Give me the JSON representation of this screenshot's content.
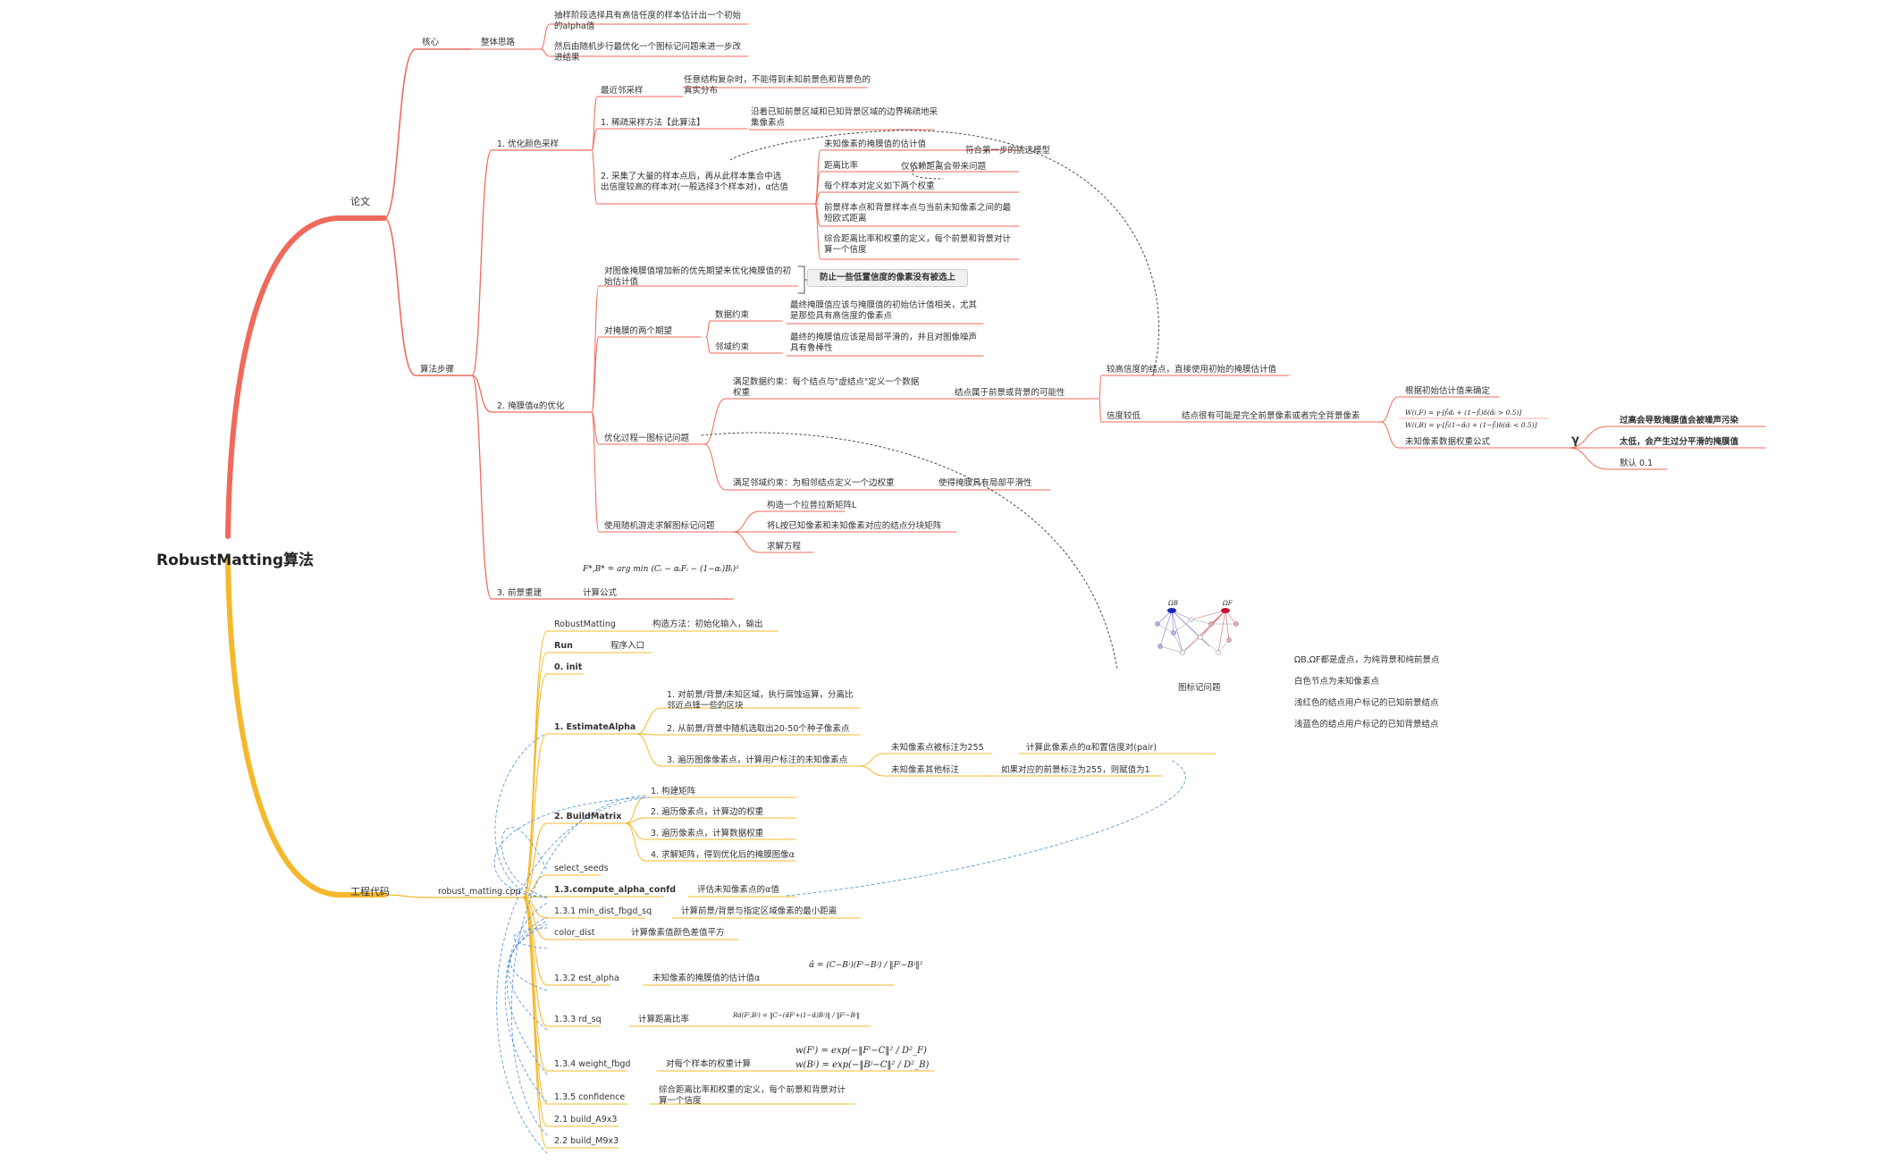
{
  "root": "RobustMatting算法",
  "paper": {
    "label": "论文",
    "core": {
      "label": "核心",
      "child": "整体思路",
      "items": [
        "抽样阶段选择具有高信任度的样本估计出一个初始的alpha值",
        "然后由随机步行最优化一个图标记问题来进一步改进结果"
      ]
    },
    "steps": {
      "label": "算法步骤",
      "s1": {
        "label": "1. 优化颜色采样",
        "nearest": {
          "label": "最近邻采样",
          "desc": "任意结构复杂时，不能得到未知前景色和背景色的真实分布"
        },
        "robust": {
          "label": "1. 稀疏采样方法【此算法】",
          "desc": "沿着已知前景区域和已知背景区域的边界稀疏地采集像素点"
        },
        "many": {
          "label": "2. 采集了大量的样本点后，再从此样本集合中选出信度较高的样本对(一般选择3个样本对)，α估值",
          "items": [
            "未知像素的掩膜值的估计值",
            "距离比率",
            "每个样本对定义如下两个权重",
            "前景样本点和背景样本点与当前未知像素之间的最短欧式距离",
            "综合距离比率和权重的定义，每个前景和背景对计算一个信度"
          ],
          "note1": "仅依赖距离会带来问题",
          "note2": "符合第一步的挑选模型"
        }
      },
      "s2": {
        "label": "2. 掩膜值α的优化",
        "init": {
          "label": "对图像掩膜值增加新的优先期望来优化掩膜值的初始估计值",
          "chip": "防止一些低置信度的像素没有被选上"
        },
        "two": {
          "label": "对掩膜的两个期望",
          "data": {
            "label": "数据约束",
            "desc": "最终掩膜值应该与掩膜值的初始估计值相关，尤其是那些具有高信度的像素点"
          },
          "neighbor": {
            "label": "邻域约束",
            "desc": "最终的掩膜值应该是局部平滑的，并且对图像噪声具有鲁棒性"
          }
        },
        "graph": {
          "label": "优化过程一图标记问题",
          "data_c": {
            "label": "满足数据约束：每个结点与\"虚结点\"定义一个数据权重",
            "child": "结点属于前景或背景的可能性"
          },
          "high": "较高信度的结点，直接使用初始的掩膜估计值",
          "low": {
            "label": "信度较低",
            "desc": "结点很有可能是完全前景像素或者完全背景像素",
            "rule": "根据初始估计值来确定",
            "w_title": "未知像素数据权重公式"
          },
          "neigh_c": {
            "label": "满足邻域约束：为相邻结点定义一个边权重",
            "child": "使得掩膜具有局部平滑性"
          }
        },
        "rw": {
          "label": "使用随机游走求解图标记问题",
          "items": [
            "构造一个拉普拉斯矩阵L",
            "将L按已知像素和未知像素对应的结点分块矩阵",
            "求解方程"
          ]
        }
      },
      "s3": {
        "label": "3. 前景重建",
        "child": "计算公式"
      }
    }
  },
  "gamma": {
    "symbol": "γ",
    "items": [
      "过高会导致掩膜值会被噪声污染",
      "太低，会产生过分平滑的掩膜值",
      "默认 0.1"
    ]
  },
  "figure": {
    "caption": "图标记问题",
    "items": [
      "ΩB,ΩF都是虚点，为纯背景和纯前景点",
      "白色节点为未知像素点",
      "浅红色的结点用户标记的已知前景结点",
      "浅蓝色的结点用户标记的已知背景结点"
    ]
  },
  "code": {
    "label": "工程代码",
    "file": "robust_matting.cpp",
    "nodes": [
      {
        "label": "RobustMatting",
        "desc": "构造方法：初始化输入，输出"
      },
      {
        "label": "Run",
        "desc": "程序入口"
      },
      {
        "label": "0. init",
        "desc": ""
      },
      {
        "label": "1. EstimateAlpha",
        "desc": ""
      },
      {
        "label": "2. BuildMatrix",
        "desc": ""
      },
      {
        "label": "select_seeds",
        "desc": ""
      },
      {
        "label": "1.3.compute_alpha_confd",
        "desc": "评估未知像素点的α值"
      },
      {
        "label": "1.3.1 min_dist_fbgd_sq",
        "desc": "计算前景/背景与指定区域像素的最小距离"
      },
      {
        "label": "color_dist",
        "desc": "计算像素值颜色差值平方"
      },
      {
        "label": "1.3.2 est_alpha",
        "desc": "未知像素的掩膜值的估计值α"
      },
      {
        "label": "1.3.3 rd_sq",
        "desc": "计算距离比率"
      },
      {
        "label": "1.3.4 weight_fbgd",
        "desc": "对每个样本的权重计算"
      },
      {
        "label": "1.3.5 confidence",
        "desc": "综合距离比率和权重的定义，每个前景和背景对计算一个信度"
      },
      {
        "label": "2.1 build_A9x3",
        "desc": ""
      },
      {
        "label": "2.2 build_M9x3",
        "desc": ""
      }
    ],
    "estimate": [
      "1. 对前景/背景/未知区域，执行腐蚀运算，分离比邻近点锋一些的区块",
      "2. 从前景/背景中随机选取出20-50个种子像素点",
      "3. 遍历图像像素点，计算用户标注的未知像素点"
    ],
    "unknown": [
      {
        "label": "未知像素点被标注为255",
        "desc": "计算此像素点的α和置信度对(pair)"
      },
      {
        "label": "未知像素其他标注",
        "desc": "如果对应的前景标注为255，则赋值为1"
      }
    ],
    "build": [
      "1. 构建矩阵",
      "2. 遍历像素点，计算边的权重",
      "3. 遍历像素点，计算数据权重",
      "4. 求解矩阵，得到优化后的掩膜图像α"
    ]
  },
  "formulas": {
    "f_recon": "F*,B* = arg min (Cᵢ − αᵢFᵢ − (1−αᵢ)Bᵢ)²",
    "f_w1": "W(i,F) = γ·[f̂ᵢα̂ᵢ + (1−f̂ᵢ)δ(α̂ᵢ > 0.5)]",
    "f_w2": "W(i,B) = γ·[f̂ᵢ(1−α̂ᵢ) + (1−f̂ᵢ)δ(α̂ᵢ < 0.5)]",
    "f_alpha": "α̂ = (C−Bʲ)(Fⁱ−Bʲ) / ‖Fⁱ−Bʲ‖²",
    "f_rd": "Rd(Fⁱ,Bʲ) = ‖C−(α̂Fⁱ+(1−α̂)Bʲ)‖ / ‖Fⁱ−Bʲ‖",
    "f_wf": "w(Fⁱ) = exp(−‖Fⁱ−C‖² / D²_F)",
    "f_wb": "w(Bʲ) = exp(−‖Bʲ−C‖² / D²_B)",
    "omega_b": "ΩB",
    "omega_f": "ΩF"
  },
  "colors": {
    "red": "#ef6a5b",
    "yellow": "#f5b82c",
    "blue": "#4a8fd8",
    "line": "#888888"
  }
}
